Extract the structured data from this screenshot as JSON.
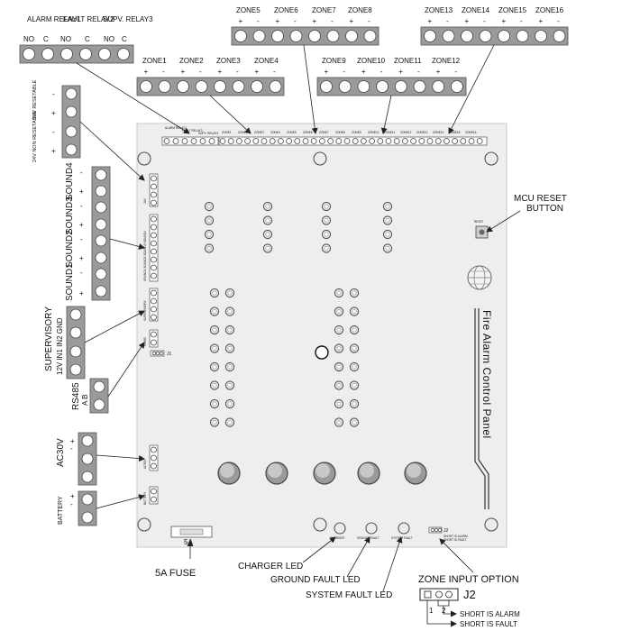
{
  "labels": {
    "alarm_relay1": "ALARM RELAY1",
    "fault_relay2": "FAULT RELAY2",
    "supv_relay3": "SUPV. RELAY3",
    "no": "NO",
    "c": "C",
    "zone1": "ZONE1",
    "zone2": "ZONE2",
    "zone3": "ZONE3",
    "zone4": "ZONE4",
    "zone5": "ZONE5",
    "zone6": "ZONE6",
    "zone7": "ZONE7",
    "zone8": "ZONE8",
    "zone9": "ZONE9",
    "zone10": "ZONE10",
    "zone11": "ZONE11",
    "zone12": "ZONE12",
    "zone13": "ZONE13",
    "zone14": "ZONE14",
    "zone15": "ZONE15",
    "zone16": "ZONE16",
    "plus": "+",
    "minus": "-",
    "v24_resetable": "24V RESETABLE",
    "v24_non_resetable": "24V NON RESETABLE",
    "sound4": "SOUND4",
    "sound3": "SOUND3",
    "sound2": "SOUND2",
    "sound1": "SOUND1",
    "supervisory": "SUPERVISORY",
    "supervisory_pins": "12V IN1 IN2 GND",
    "rs485": "RS485",
    "rs485_pins": "A B",
    "ac30v": "AC30V",
    "battery": "BATTERY",
    "mcu_reset": "MCU RESET",
    "button": "BUTTON",
    "reset": "RESET",
    "panel_title": "Fire Alarm Control Panel",
    "j1": "J1",
    "j2": "J2",
    "fuse_value": "5A",
    "fuse": "5A FUSE",
    "charger_led": "CHARGER LED",
    "ground_fault_led": "GROUND FAULT LED",
    "system_fault_led": "SYSTEM FAULT LED",
    "charger": "CHARGER",
    "ground_fault": "GROUND FAULT",
    "system_fault": "SYSTEM FAULT",
    "zone_input_option": "ZONE INPUT OPTION",
    "pin1": "1",
    "pin2": "2",
    "short_is_alarm": "SHORT IS ALARM",
    "short_is_fault": "SHORT IS FAULT",
    "board_alarm_relay": "ALARM RELAY1",
    "board_fault_relay": "FAULT RELAY2",
    "board_supv_relay": "SUPV. RELAY3",
    "board_short_alarm": "SHORT IS ALARM",
    "board_short_fault": "SHORT IS FAULT",
    "board_sound": "SOUND1 SOUND2 SOUND3 SOUND4",
    "board_supervisory": "SUPERVISORY",
    "board_rs485": "RS485",
    "board_ac30v": "AC30V",
    "board_battery": "BATTERY",
    "board_24v": "24V"
  },
  "colors": {
    "terminal_block": "#9a9a9a",
    "pcb": "#eeeeee",
    "line": "#222222"
  }
}
